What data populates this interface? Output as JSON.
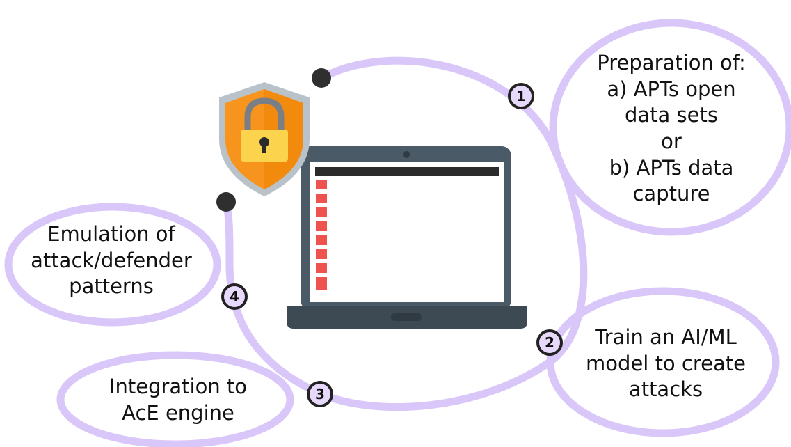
{
  "colors": {
    "bubble_stroke": "#d9c7f9",
    "step_fill": "#e6d9fb",
    "step_border": "#222222",
    "dot": "#2f2f2f",
    "laptop_frame": "#4a5a66",
    "laptop_base": "#3d4a54",
    "screen": "#ffffff",
    "screen_bar": "#2b2b2b",
    "screen_marks": "#ef5350",
    "shield_orange": "#f7941d",
    "shield_border": "#b9c2c9",
    "lock_body": "#fcd34d",
    "lock_shackle": "#7a7f86"
  },
  "steps": [
    {
      "number": "1",
      "lines": [
        "Preparation of:",
        "a) APTs open",
        "data sets",
        "or",
        "b) APTs data",
        "capture"
      ]
    },
    {
      "number": "2",
      "lines": [
        "Train an AI/ML",
        "model to create",
        "attacks"
      ]
    },
    {
      "number": "3",
      "lines": [
        "Integration to",
        "AcE engine"
      ]
    },
    {
      "number": "4",
      "lines": [
        "Emulation of",
        "attack/defender",
        "patterns"
      ]
    }
  ],
  "icons": {
    "center": "laptop-icon",
    "security": "shield-lock-icon"
  }
}
